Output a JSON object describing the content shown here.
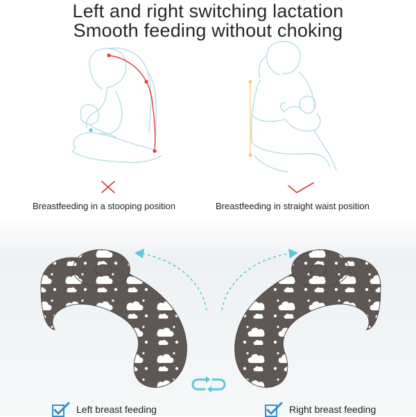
{
  "headline": {
    "line1": "Left and right switching lactation",
    "line2": "Smooth feeding without choking"
  },
  "captions": {
    "stooping": "Breastfeeding in a stooping position",
    "straight": "Breastfeeding in straight waist position"
  },
  "feeding": {
    "left": "Left breast feeding",
    "right": "Right breast feeding"
  },
  "colors": {
    "line_art": "#b7dde6",
    "wrong_mark": "#d63a2f",
    "right_mark": "#d63a2f",
    "curve": "#e23a3a",
    "posture_line": "#f3c96b",
    "pillow": "#5f5753",
    "cloud": "#ffffff",
    "arrow": "#5ec6dd",
    "checkbox": "#2f8fd1"
  },
  "icons": {
    "wrong": "cross-icon",
    "right": "check-icon",
    "swap": "swap-arrows-icon",
    "checkbox": "checked-box-icon"
  }
}
